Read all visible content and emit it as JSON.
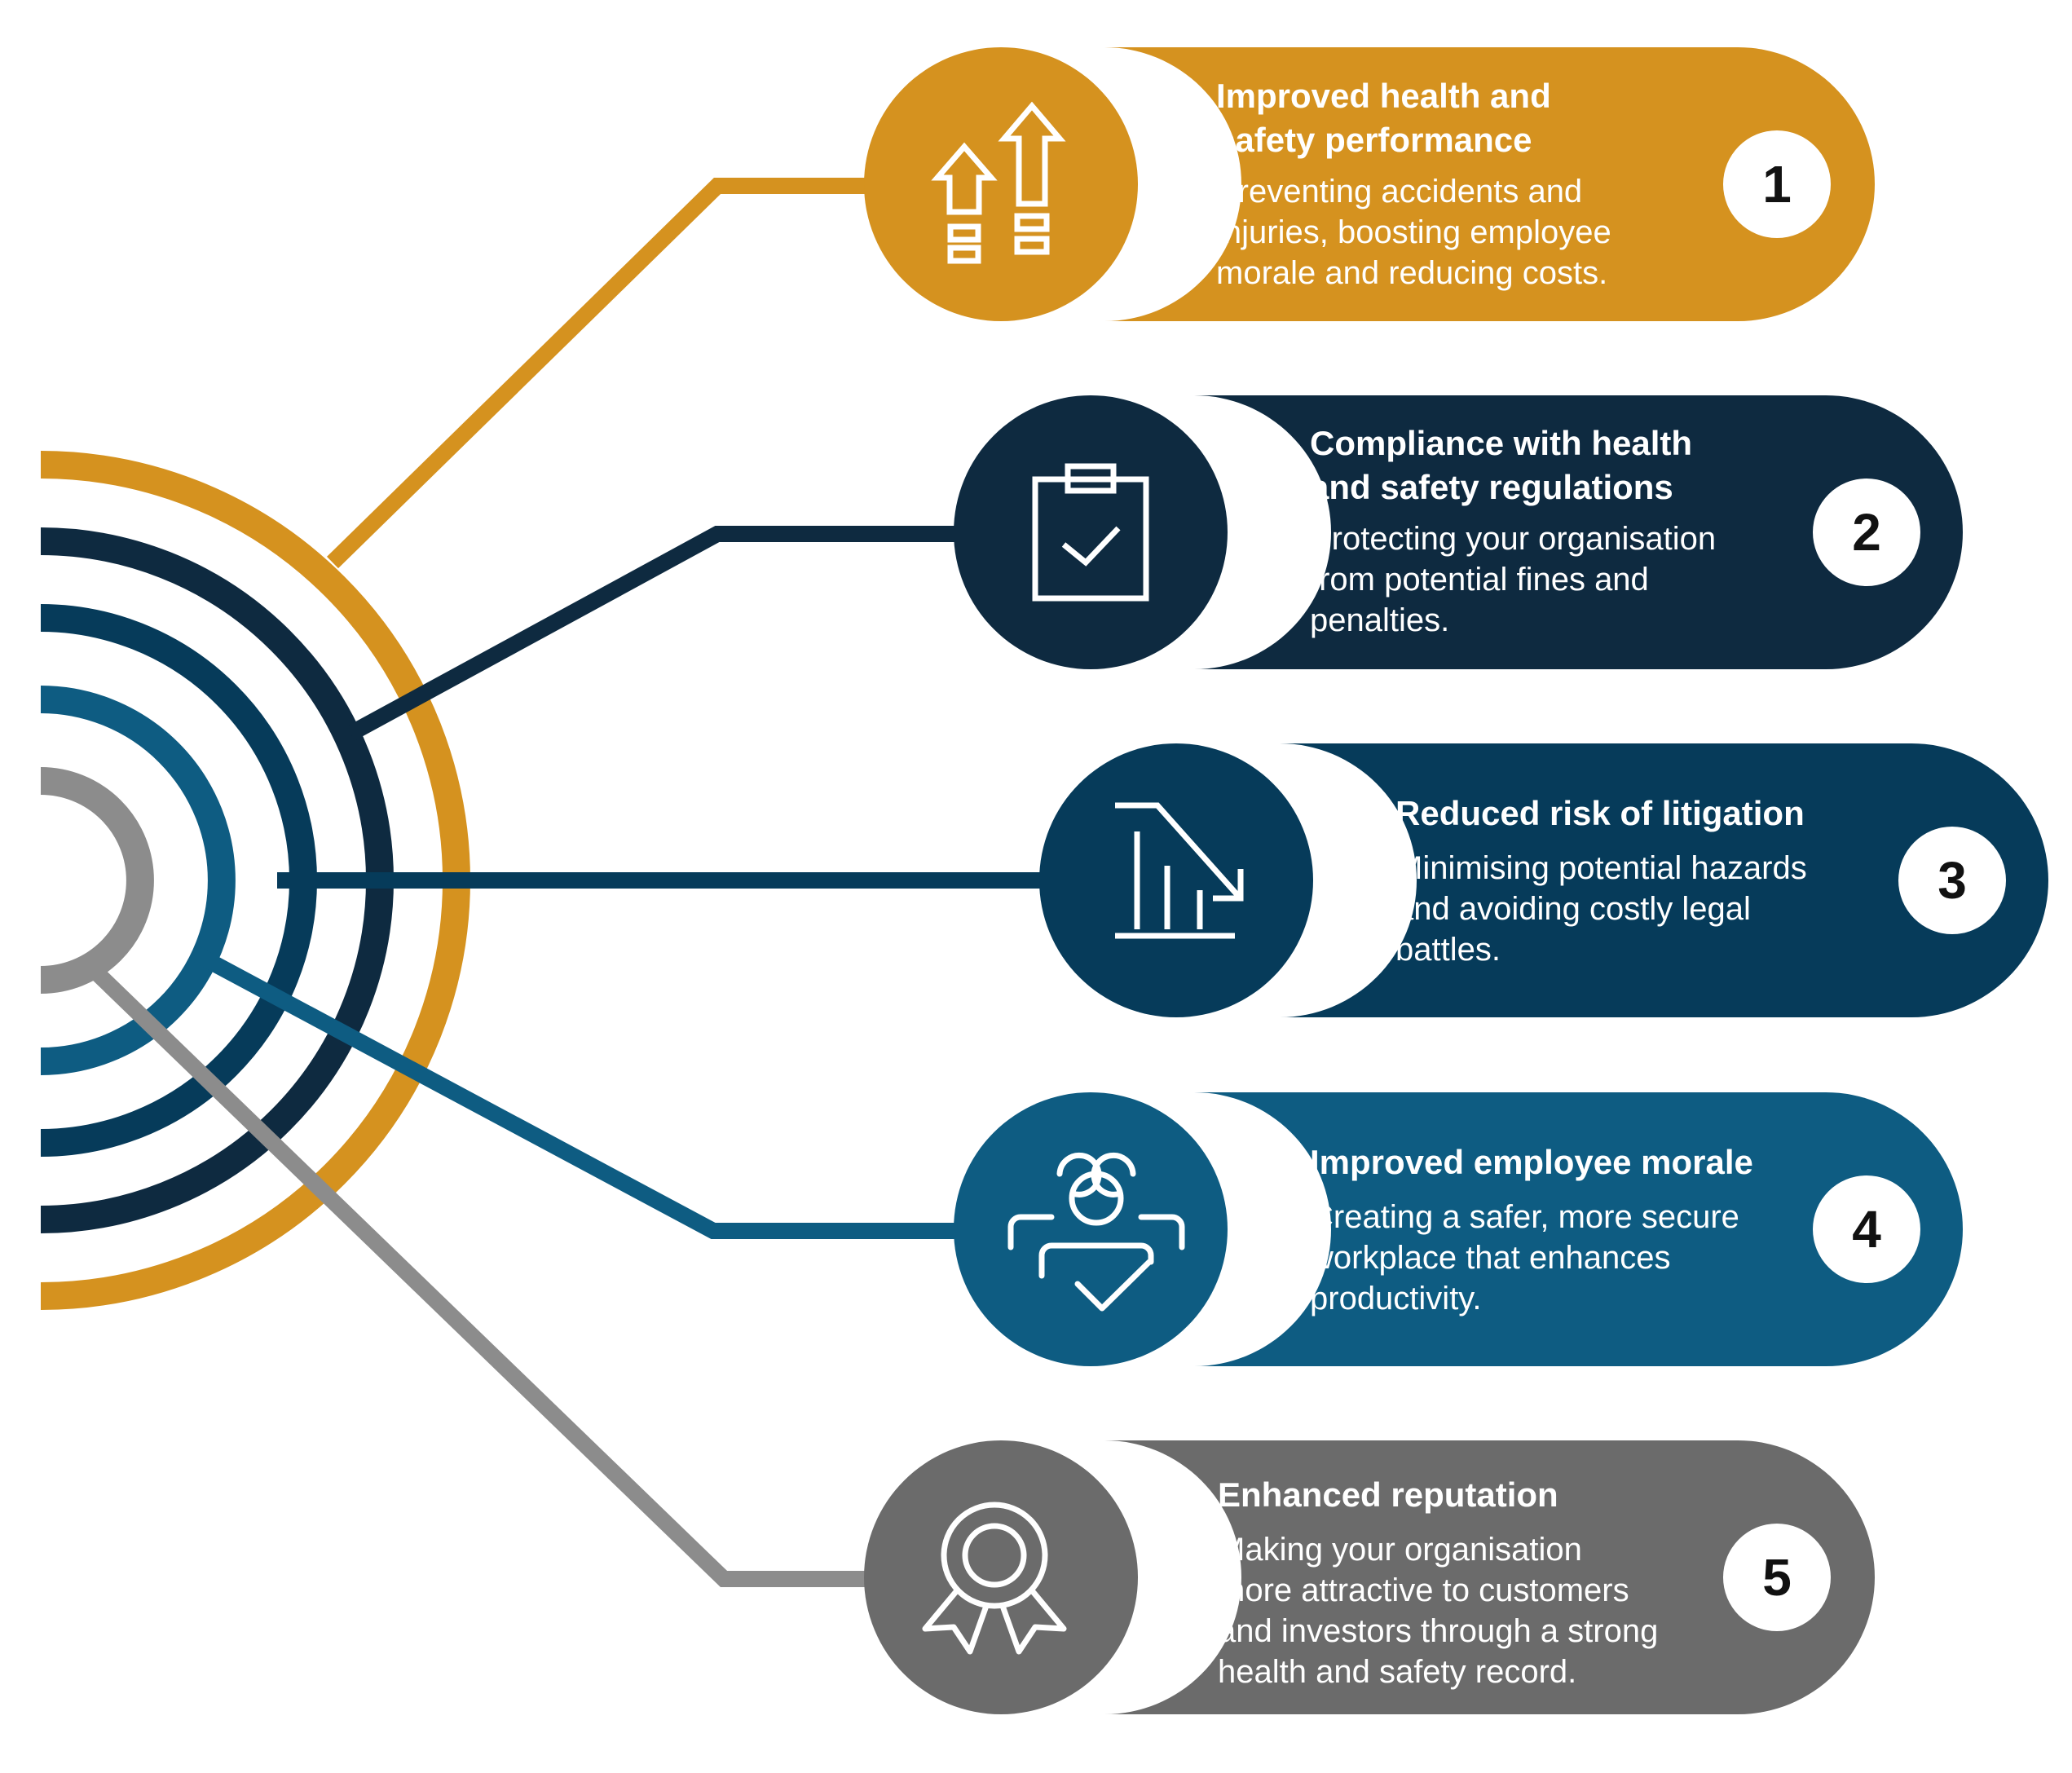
{
  "colors": {
    "gold": "#D5921F",
    "navy": "#0E2A40",
    "deep_blue": "#063B5A",
    "mid_blue": "#0E5C82",
    "grey": "#6B6B6B",
    "light_grey": "#8C8C8C",
    "white": "#FFFFFF"
  },
  "items": [
    {
      "number": "1",
      "title_lines": [
        "Improved health and",
        "safety performance"
      ],
      "desc_lines": [
        "Preventing accidents and",
        "injuries, boosting employee",
        "morale and reducing costs."
      ],
      "icon": "arrows-up-icon"
    },
    {
      "number": "2",
      "title_lines": [
        "Compliance with health",
        "and safety regulations"
      ],
      "desc_lines": [
        "Protecting your organisation",
        "from potential fines and",
        "penalties."
      ],
      "icon": "clipboard-check-icon"
    },
    {
      "number": "3",
      "title_lines": [
        "Reduced risk of litigation"
      ],
      "desc_lines": [
        "Minimising potential hazards",
        "and avoiding costly legal",
        "battles."
      ],
      "icon": "chart-decline-icon"
    },
    {
      "number": "4",
      "title_lines": [
        "Improved employee morale"
      ],
      "desc_lines": [
        "Creating a safer, more secure",
        "workplace that enhances",
        "productivity."
      ],
      "icon": "team-check-icon"
    },
    {
      "number": "5",
      "title_lines": [
        "Enhanced reputation"
      ],
      "desc_lines": [
        "Making your organisation",
        "more attractive to customers",
        "and investors through a strong",
        "health and safety record."
      ],
      "icon": "award-rosette-icon"
    }
  ]
}
